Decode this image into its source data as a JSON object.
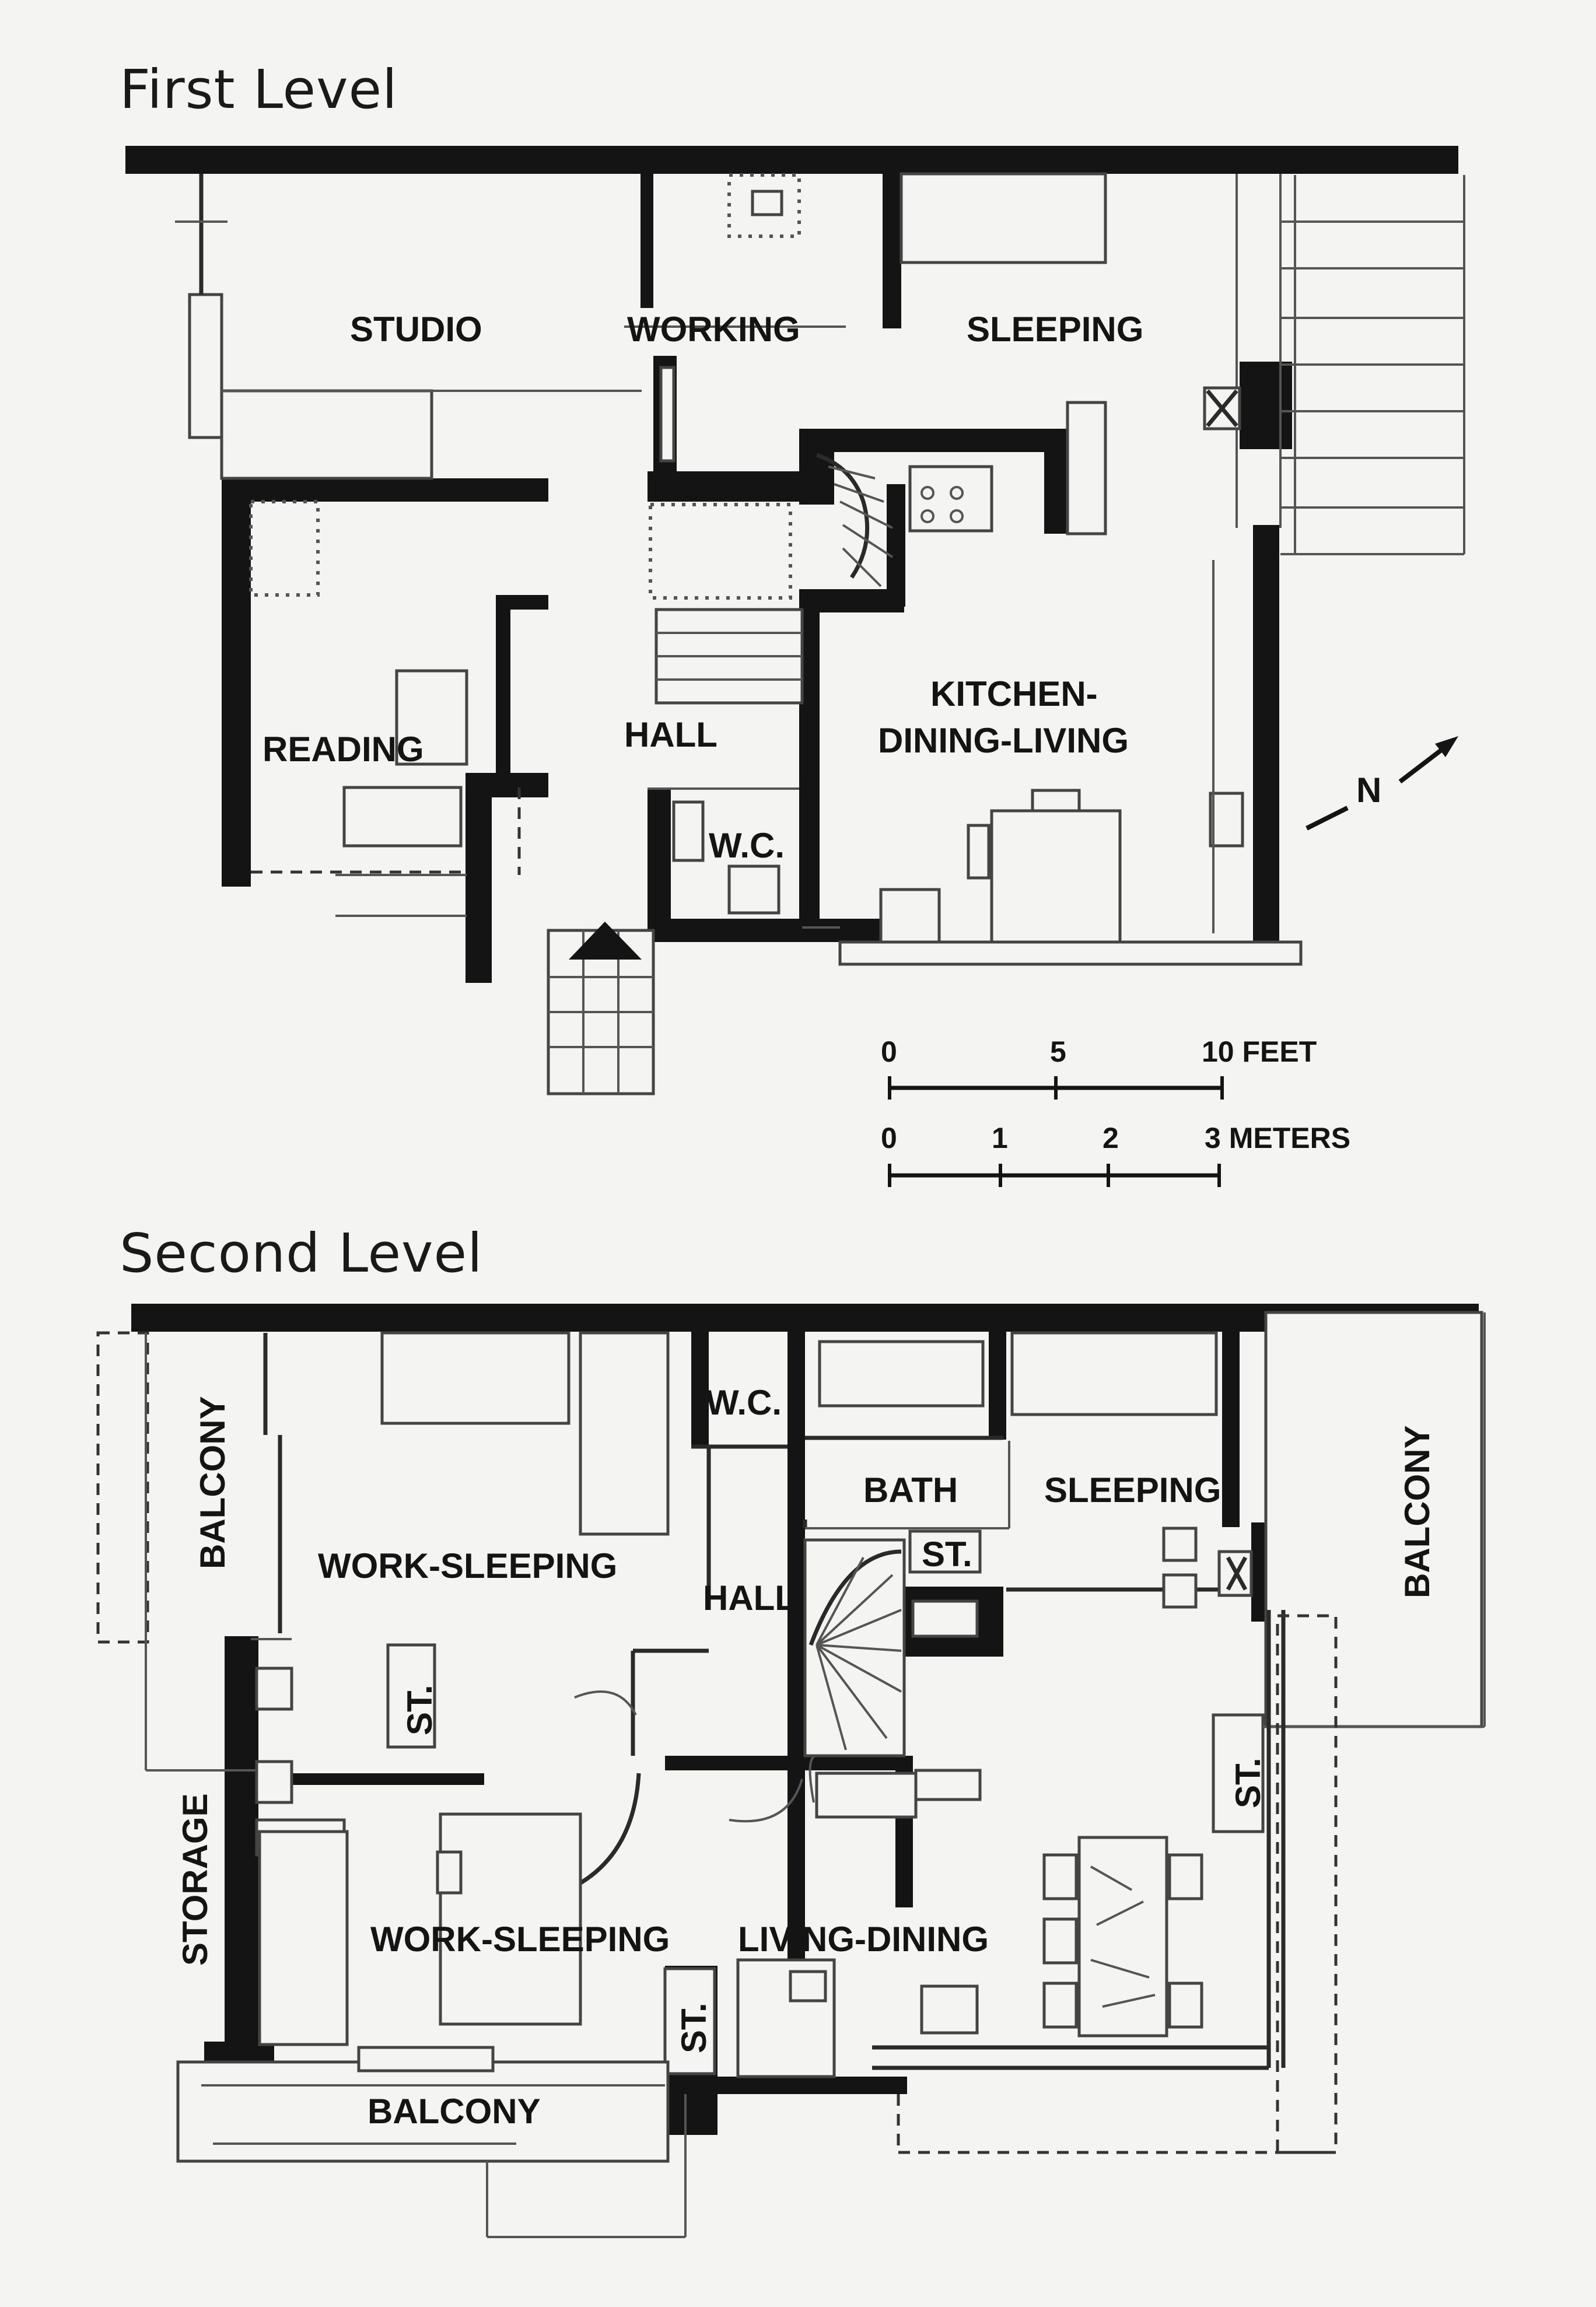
{
  "levels": [
    {
      "title": "First Level",
      "rooms": [
        "STUDIO",
        "WORKING",
        "SLEEPING",
        "READING",
        "HALL",
        "KITCHEN-",
        "DINING-LIVING",
        "W.C."
      ]
    },
    {
      "title": "Second Level",
      "rooms": [
        "BALCONY",
        "WORK-SLEEPING",
        "W.C.",
        "BATH",
        "SLEEPING",
        "HALL",
        "ST.",
        "ST.",
        "STORAGE",
        "ST.",
        "WORK-SLEEPING",
        "LIVING-DINING",
        "ST.",
        "BALCONY",
        "BALCONY"
      ]
    }
  ],
  "north": "N",
  "scale": {
    "feet": {
      "ticks": [
        "0",
        "5",
        "10 FEET"
      ]
    },
    "meters": {
      "ticks": [
        "0",
        "1",
        "2",
        "3 METERS"
      ]
    }
  }
}
